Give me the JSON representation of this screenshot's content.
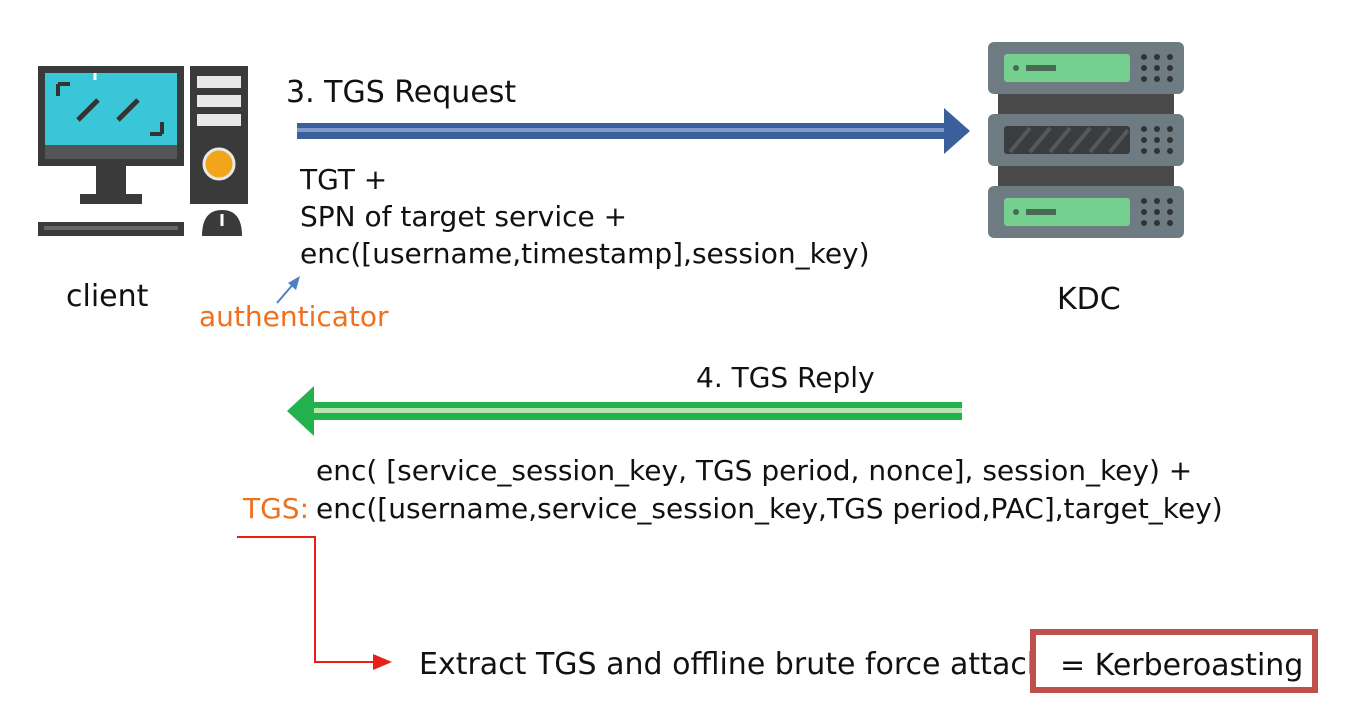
{
  "client": {
    "label": "client"
  },
  "kdc": {
    "label": "KDC"
  },
  "request": {
    "title": "3. TGS Request",
    "lines": [
      "TGT +",
      "SPN of target service +",
      "enc([username,timestamp],session_key)"
    ],
    "annotation": "authenticator"
  },
  "reply": {
    "title": "4. TGS Reply",
    "line1": "enc( [service_session_key, TGS period, nonce], session_key) +",
    "tgs_label": "TGS:",
    "line2": "enc([username,service_session_key,TGS period,PAC],target_key)"
  },
  "attack": {
    "text": "Extract TGS and offline brute force attack",
    "result": "= Kerberoasting"
  },
  "colors": {
    "request_arrow": "#3a5f9a",
    "reply_arrow": "#22b14c",
    "highlight": "#f07020",
    "pointer": "#e8201a",
    "result_border": "#c0504d"
  }
}
